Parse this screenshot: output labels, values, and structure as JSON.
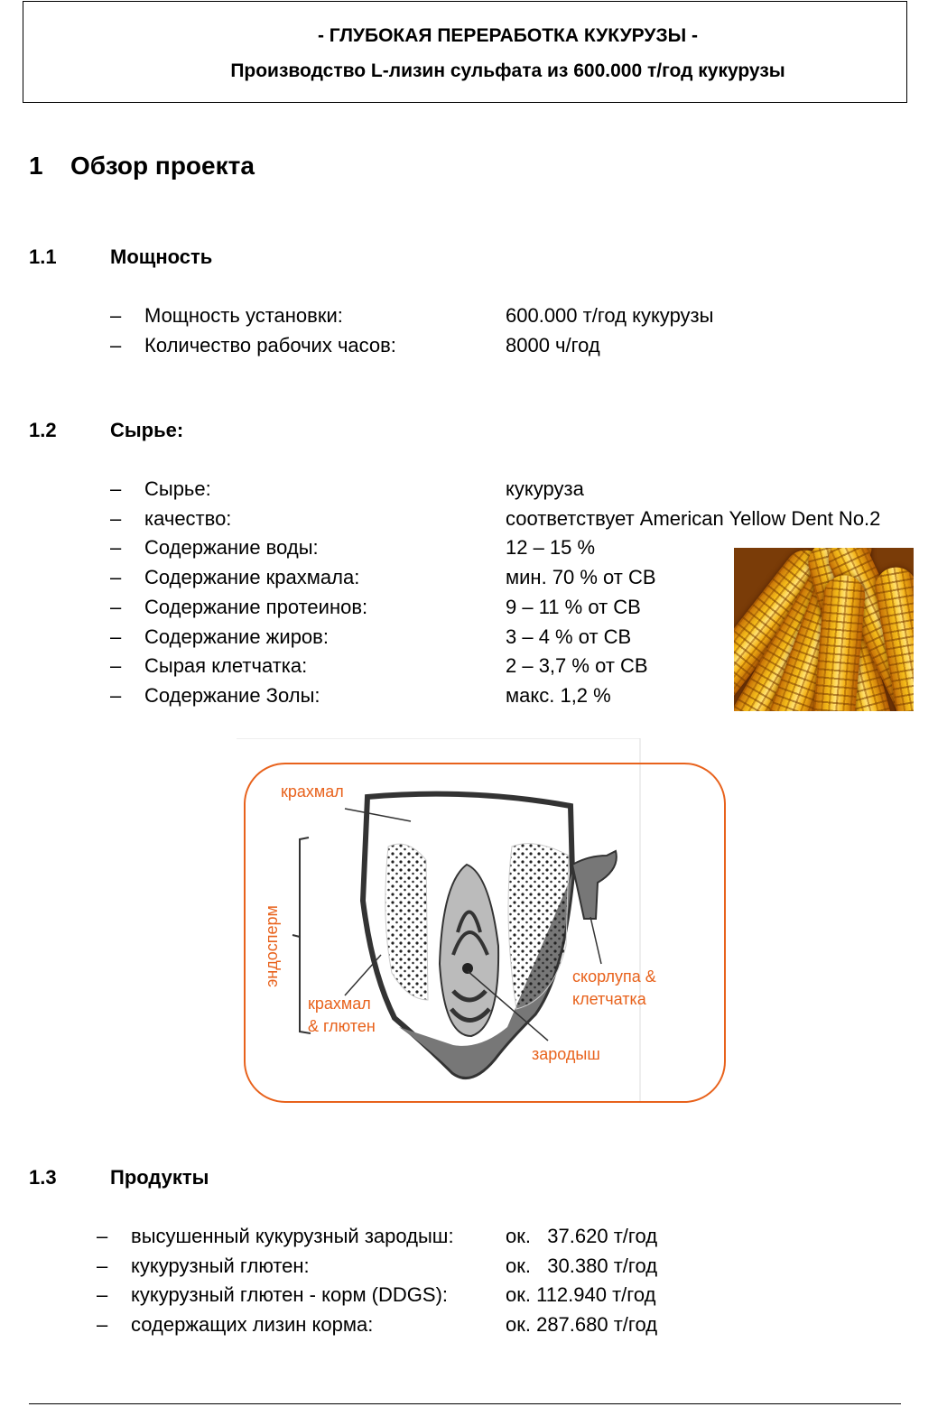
{
  "header": {
    "title": "- ГЛУБОКАЯ ПЕРЕРАБОТКА КУКУРУЗЫ -",
    "subtitle": "Производство L-лизин сульфата из 600.000 т/год кукурузы"
  },
  "section1": {
    "number": "1",
    "title": "Обзор проекта"
  },
  "capacity": {
    "number": "1.1",
    "title": "Мощность",
    "rows": [
      {
        "label": "Мощность установки:",
        "value": "600.000 т/год кукурузы"
      },
      {
        "label": "Количество рабочих часов:",
        "value": "8000 ч/год"
      }
    ]
  },
  "raw": {
    "number": "1.2",
    "title": "Сырье:",
    "rows": [
      {
        "label": "Сырье:",
        "value": "кукуруза"
      },
      {
        "label": "качество:",
        "value": "соответствует American Yellow Dent No.2"
      },
      {
        "label": "Содержание воды:",
        "value": "12 – 15 %"
      },
      {
        "label": "Содержание крахмала:",
        "value": "мин. 70 % от СВ"
      },
      {
        "label": "Содержание протеинов:",
        "value": "9 – 11 % от СВ"
      },
      {
        "label": "Содержание жиров:",
        "value": "3 – 4 % от СВ"
      },
      {
        "label": "Сырая клетчатка:",
        "value": "2 – 3,7 % от СВ"
      },
      {
        "label": "Содержание Золы:",
        "value": "макс. 1,2 %"
      }
    ]
  },
  "diagram": {
    "starch": "крахмал",
    "endosperm": "эндосперм",
    "starch_gluten_1": "крахмал",
    "starch_gluten_2": "& глютен",
    "hull_1": "скорлупа &",
    "hull_2": "клетчатка",
    "germ": "зародыш"
  },
  "products": {
    "number": "1.3",
    "title": "Продукты",
    "rows": [
      {
        "label": "высушенный кукурузный зародыш:",
        "value": "ок.   37.620 т/год"
      },
      {
        "label": "кукурузный глютен:",
        "value": "ок.   30.380 т/год"
      },
      {
        "label": "кукурузный глютен - корм (DDGS):",
        "value": "ок. 112.940 т/год"
      },
      {
        "label": "содержащих лизин корма:",
        "value": "ок. 287.680 т/год"
      }
    ]
  },
  "dash": "–",
  "colors": {
    "accent": "#e8621c"
  }
}
